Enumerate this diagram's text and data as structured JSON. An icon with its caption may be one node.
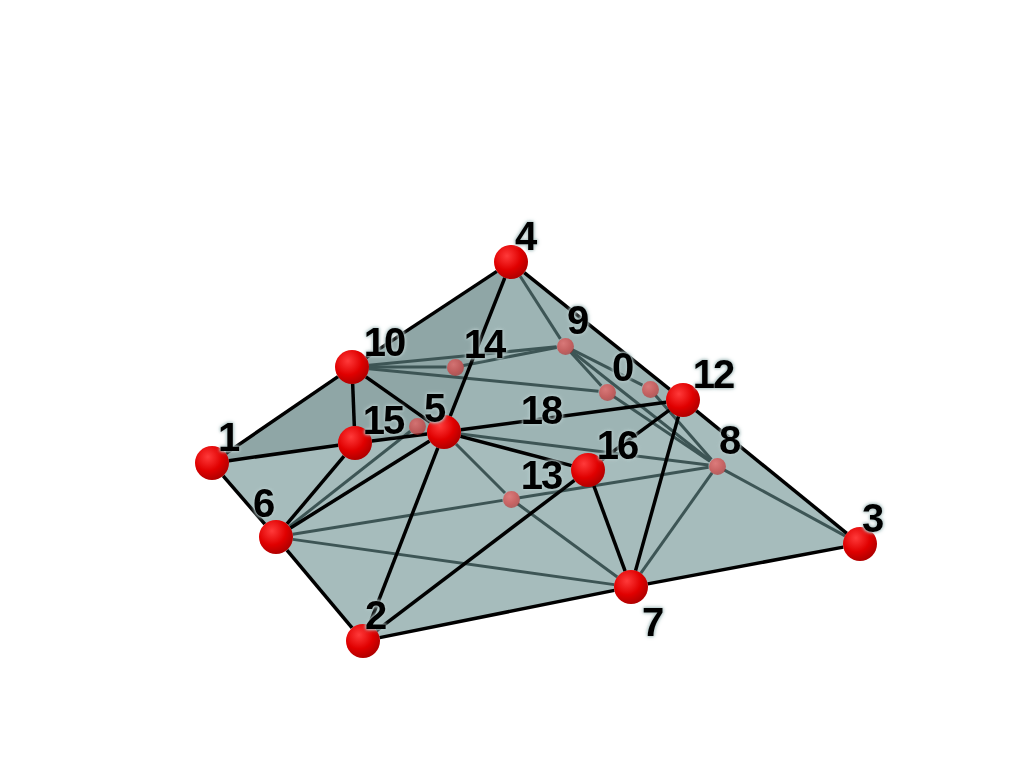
{
  "diagram": {
    "nodes": [
      {
        "text": [
          "0"
        ]
      },
      {
        "text": [
          "1"
        ]
      },
      {
        "text": [
          "2"
        ]
      },
      {
        "text": [
          "3"
        ]
      },
      {
        "text": [
          "4"
        ]
      },
      {
        "text": [
          "5"
        ]
      },
      {
        "text": [
          "6"
        ]
      },
      {
        "text": [
          "7"
        ]
      },
      {
        "text": [
          "8"
        ]
      },
      {
        "text": [
          "9"
        ]
      },
      {
        "text": [
          "10"
        ]
      },
      {
        "text": [],
        "shape": "circle"
      },
      {
        "text": [
          "12"
        ]
      },
      {
        "text": [
          "13"
        ]
      },
      {
        "text": [
          "14"
        ]
      },
      {
        "text": [
          "15"
        ]
      },
      {
        "text": [
          "16"
        ]
      },
      {
        "text": [],
        "shape": "circle"
      },
      {
        "text": [
          "18"
        ]
      }
    ],
    "edges": [
      {
        "from": 1,
        "to": 10,
        "arrow": "none"
      },
      {
        "from": 10,
        "to": 4,
        "arrow": "none"
      },
      {
        "from": 4,
        "to": 12,
        "arrow": "none"
      },
      {
        "from": 12,
        "to": 3,
        "arrow": "none"
      },
      {
        "from": 3,
        "to": 7,
        "arrow": "none"
      },
      {
        "from": 7,
        "to": 2,
        "arrow": "none"
      },
      {
        "from": 2,
        "to": 6,
        "arrow": "none"
      },
      {
        "from": 6,
        "to": 1,
        "arrow": "none"
      },
      {
        "from": 1,
        "to": 15,
        "arrow": "none"
      },
      {
        "from": 15,
        "to": 5,
        "arrow": "none"
      },
      {
        "from": 10,
        "to": 15,
        "arrow": "none"
      },
      {
        "from": 10,
        "to": 5,
        "arrow": "none"
      },
      {
        "from": 4,
        "to": 5,
        "arrow": "none"
      },
      {
        "from": 15,
        "to": 6,
        "arrow": "none"
      },
      {
        "from": 6,
        "to": 5,
        "arrow": "none"
      },
      {
        "from": 5,
        "to": 2,
        "arrow": "none"
      },
      {
        "from": 5,
        "to": 12,
        "arrow": "none"
      },
      {
        "from": 5,
        "to": 16,
        "arrow": "none"
      },
      {
        "from": 2,
        "to": 16,
        "arrow": "none"
      },
      {
        "from": 16,
        "to": 12,
        "arrow": "none"
      },
      {
        "from": 16,
        "to": 7,
        "arrow": "none"
      },
      {
        "from": 12,
        "to": 7,
        "arrow": "none"
      },
      {
        "from": 10,
        "to": 9,
        "arrow": "none",
        "color": "#3d5555"
      },
      {
        "from": 10,
        "to": 14,
        "arrow": "none",
        "color": "#3d5555"
      },
      {
        "from": 10,
        "to": 0,
        "arrow": "none",
        "color": "#3d5555"
      },
      {
        "from": 14,
        "to": 9,
        "arrow": "none",
        "color": "#3d5555"
      },
      {
        "from": 4,
        "to": 9,
        "arrow": "none",
        "color": "#3d5555"
      },
      {
        "from": 9,
        "to": 0,
        "arrow": "none",
        "color": "#3d5555"
      },
      {
        "from": 9,
        "to": 11,
        "arrow": "none",
        "color": "#3d5555"
      },
      {
        "from": 9,
        "to": 8,
        "arrow": "none",
        "color": "#3d5555"
      },
      {
        "from": 5,
        "to": 13,
        "arrow": "none",
        "color": "#3d5555"
      },
      {
        "from": 5,
        "to": 8,
        "arrow": "none",
        "color": "#3d5555"
      },
      {
        "from": 6,
        "to": 17,
        "arrow": "none",
        "color": "#3d5555"
      },
      {
        "from": 6,
        "to": 13,
        "arrow": "none",
        "color": "#3d5555"
      },
      {
        "from": 13,
        "to": 8,
        "arrow": "none",
        "color": "#3d5555"
      },
      {
        "from": 6,
        "to": 7,
        "arrow": "none",
        "color": "#3d5555"
      },
      {
        "from": 13,
        "to": 7,
        "arrow": "none",
        "color": "#3d5555"
      },
      {
        "from": 0,
        "to": 8,
        "arrow": "none",
        "color": "#3d5555"
      },
      {
        "from": 11,
        "to": 8,
        "arrow": "none",
        "color": "#3d5555"
      },
      {
        "from": 8,
        "to": 3,
        "arrow": "none",
        "color": "#3d5555"
      },
      {
        "from": 8,
        "to": 7,
        "arrow": "none",
        "color": "#3d5555"
      }
    ]
  }
}
